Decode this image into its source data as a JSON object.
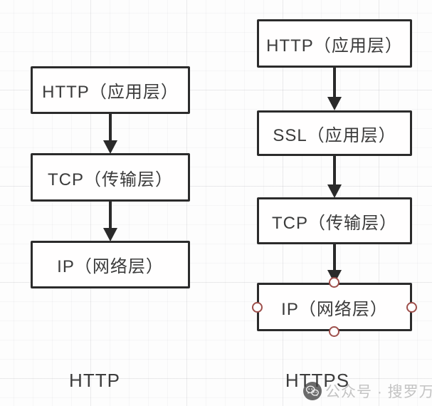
{
  "diagram": {
    "columns": [
      {
        "id": "http-stack",
        "label": "HTTP",
        "boxes": [
          {
            "text": "HTTP（应用层）"
          },
          {
            "text": "TCP（传输层）"
          },
          {
            "text": "IP（网络层）"
          }
        ]
      },
      {
        "id": "https-stack",
        "label": "HTTPS",
        "boxes": [
          {
            "text": "HTTP（应用层）"
          },
          {
            "text": "SSL（应用层）"
          },
          {
            "text": "TCP（传输层）"
          },
          {
            "text": "IP（网络层）"
          }
        ]
      }
    ],
    "selected_shape": "IP（网络层）",
    "connection_handles": [
      "top",
      "left",
      "right",
      "bottom"
    ]
  },
  "watermark": {
    "icon": "wechat-icon",
    "text": "公众号 · 搜罗万相"
  },
  "colors": {
    "canvas_background": "#fdfdfd",
    "grid_line": "#ececec",
    "box_border": "#2b2b2b",
    "box_fill": "#fffefe",
    "box_text": "#3b3b3b",
    "arrow": "#2a2a2a",
    "handle_border": "#9e4f4b",
    "handle_fill": "#ffffff",
    "label_text": "#3c3c3c",
    "watermark_text": "#c3c3c3"
  }
}
